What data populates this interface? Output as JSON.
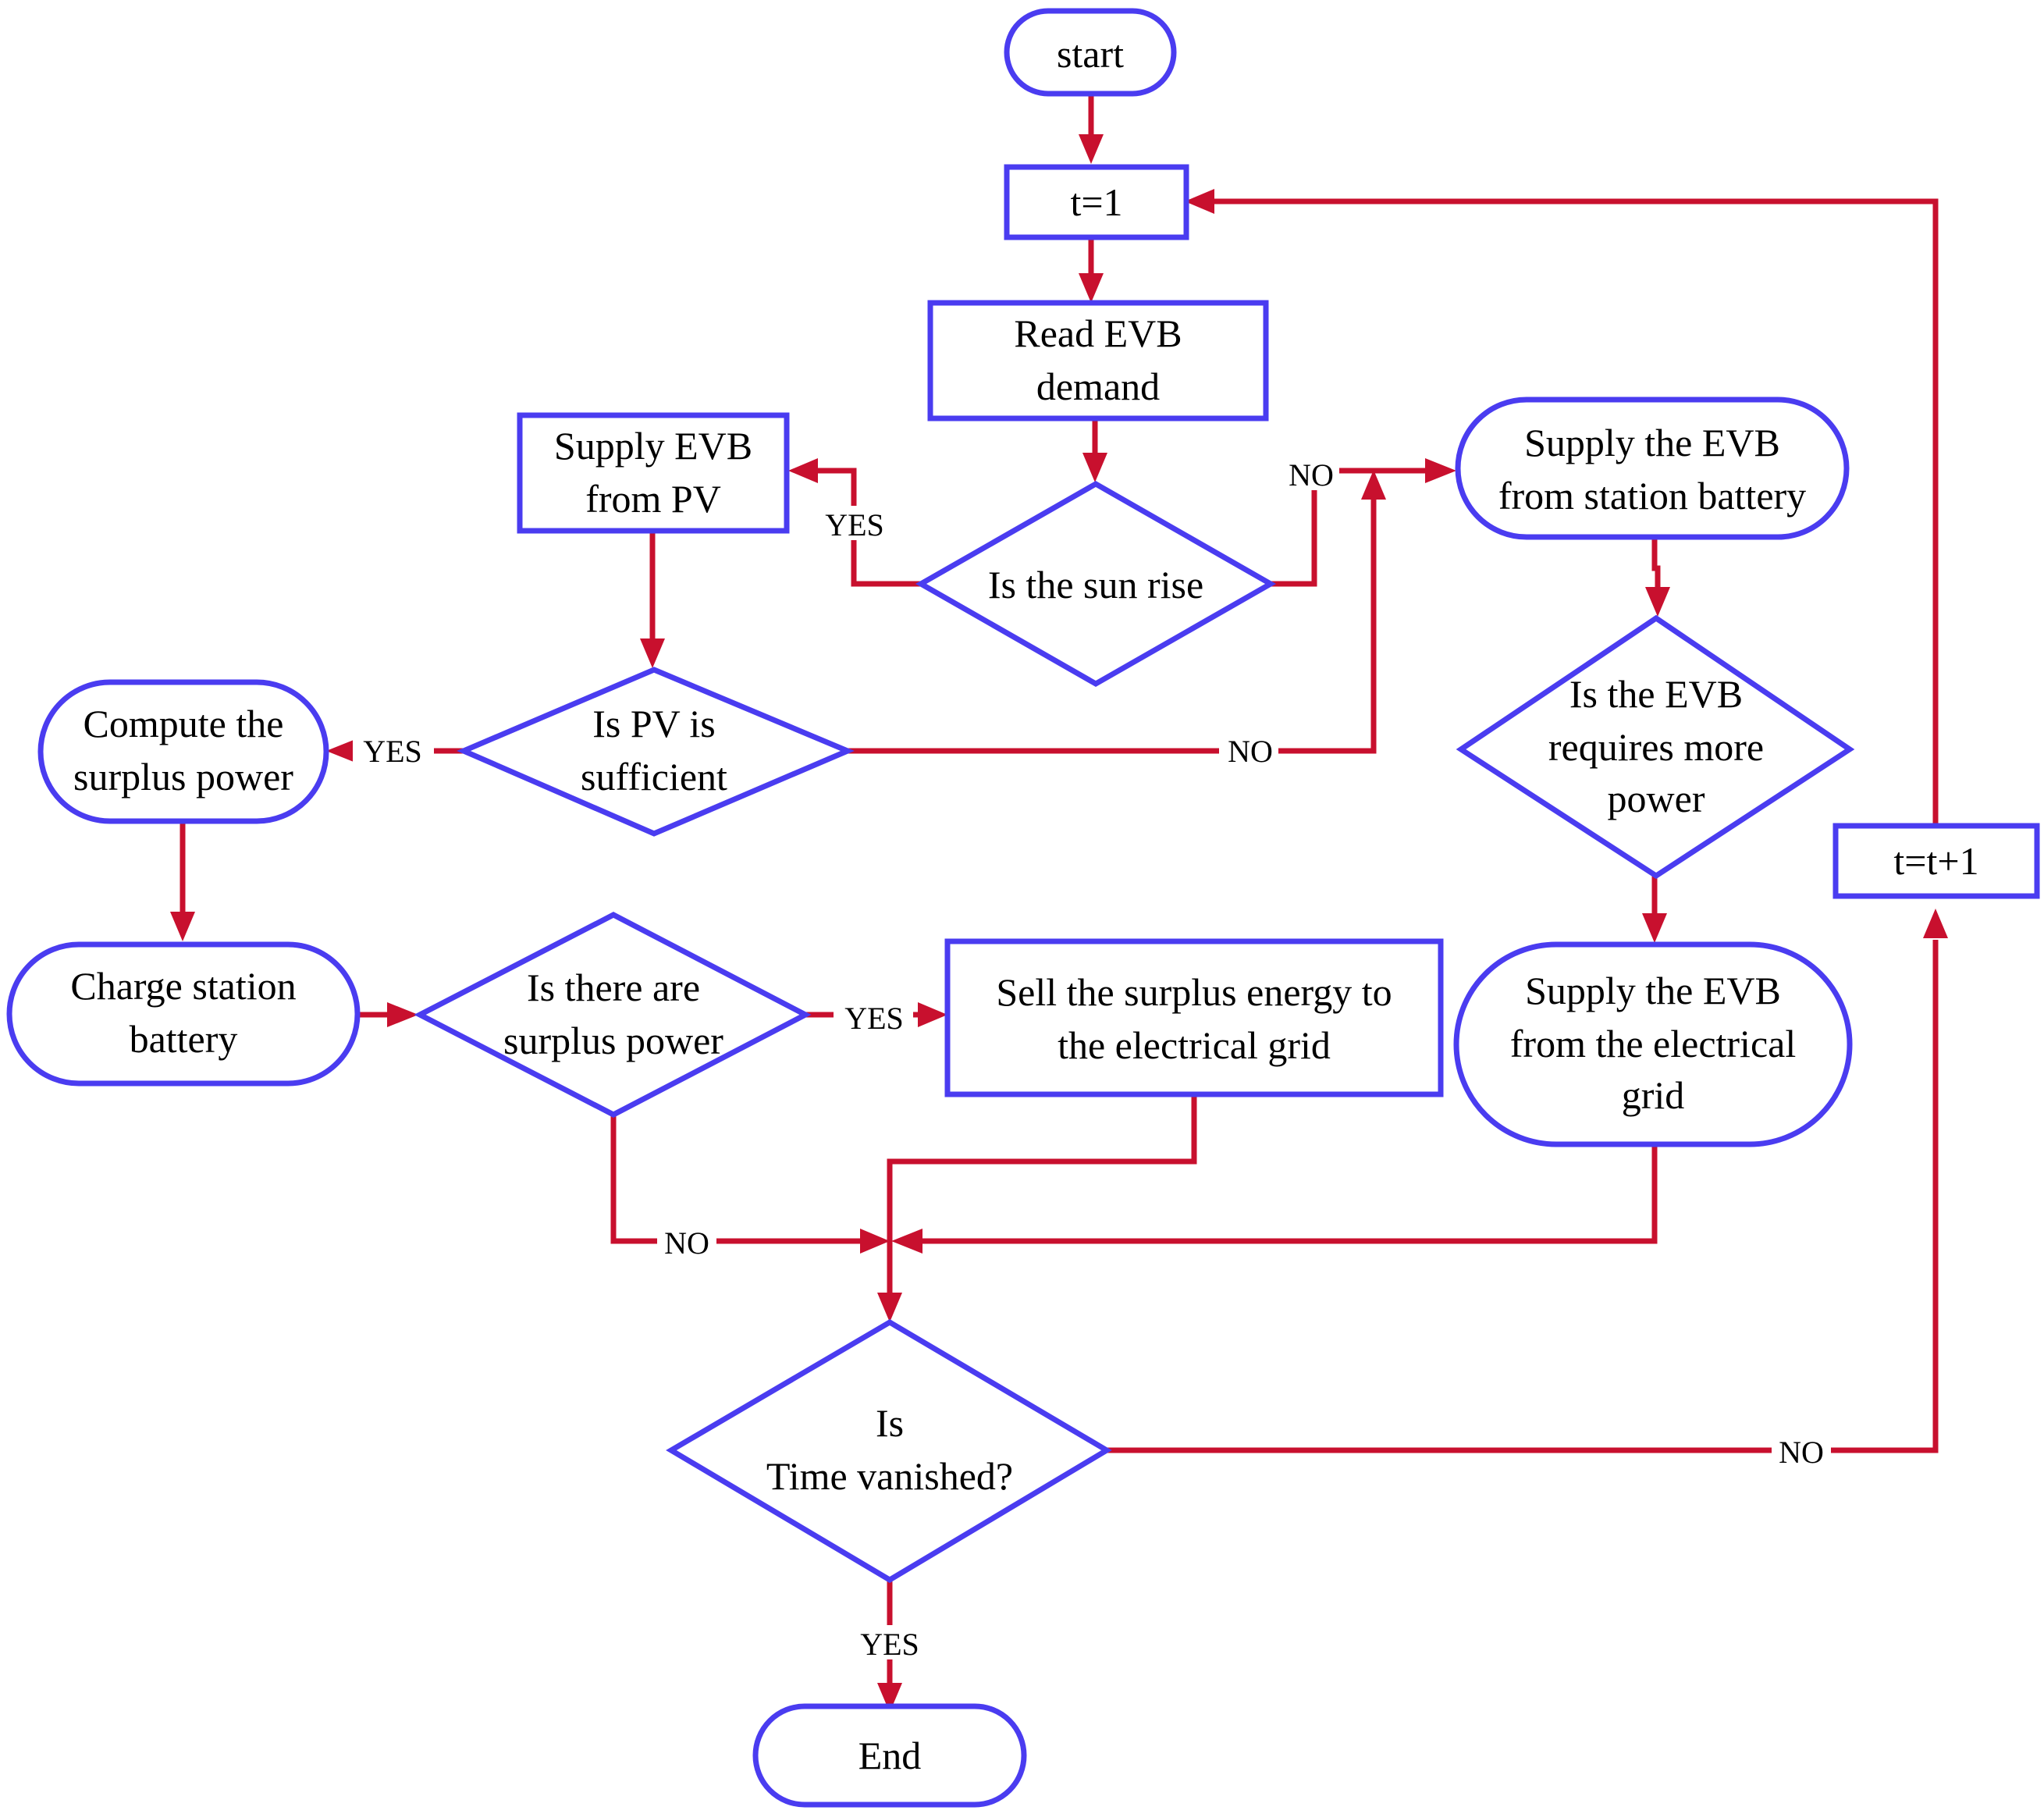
{
  "colors": {
    "node_stroke": "#4a3cf0",
    "edge_stroke": "#c8102e",
    "text": "#000000",
    "background": "#ffffff"
  },
  "nodes": {
    "start": {
      "lines": [
        "start"
      ]
    },
    "t_init": {
      "lines": [
        "t=1"
      ]
    },
    "read_demand": {
      "lines": [
        "Read EVB",
        "demand"
      ]
    },
    "sun_rise": {
      "lines": [
        "Is the sun rise"
      ]
    },
    "supply_pv": {
      "lines": [
        "Supply EVB",
        "from PV"
      ]
    },
    "supply_battery": {
      "lines": [
        "Supply the EVB",
        "from station battery"
      ]
    },
    "pv_sufficient": {
      "lines": [
        "Is PV is",
        "sufficient"
      ]
    },
    "compute_surplus": {
      "lines": [
        "Compute the",
        "surplus power"
      ]
    },
    "more_power": {
      "lines": [
        "Is the EVB",
        "requires more",
        "power"
      ]
    },
    "t_increment": {
      "lines": [
        "t=t+1"
      ]
    },
    "charge_battery": {
      "lines": [
        "Charge station",
        "battery"
      ]
    },
    "surplus_check": {
      "lines": [
        "Is there are",
        "surplus power"
      ]
    },
    "sell_surplus": {
      "lines": [
        "Sell the surplus energy to",
        "the electrical grid"
      ]
    },
    "supply_grid": {
      "lines": [
        "Supply the EVB",
        "from the electrical",
        "grid"
      ]
    },
    "time_vanished": {
      "lines": [
        "Is",
        "Time vanished?"
      ]
    },
    "end": {
      "lines": [
        "End"
      ]
    }
  },
  "edge_labels": {
    "sun_yes": "YES",
    "sun_no": "NO",
    "pv_yes": "YES",
    "pv_no": "NO",
    "surplus_yes": "YES",
    "surplus_no": "NO",
    "time_no": "NO",
    "time_yes": "YES"
  }
}
